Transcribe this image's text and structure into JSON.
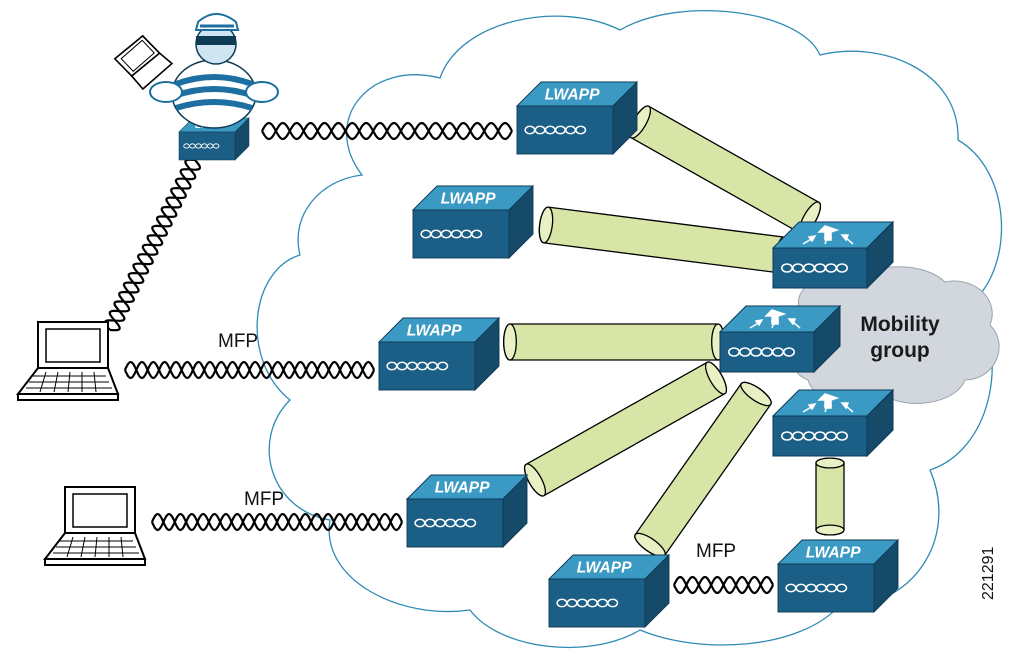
{
  "labels": {
    "mfp_1": "MFP",
    "mfp_2": "MFP",
    "mfp_3": "MFP",
    "mobility_line1": "Mobility",
    "mobility_line2": "group",
    "figure_id": "221291"
  },
  "ap_label": "LWAPP",
  "colors": {
    "device_top": "#3b9ac3",
    "device_front": "#1c5f86",
    "device_side": "#154a69",
    "tunnel": "#d7e6a6",
    "cloud_stroke": "#2f8bb5",
    "mobility_cloud": "#d2d7de"
  }
}
